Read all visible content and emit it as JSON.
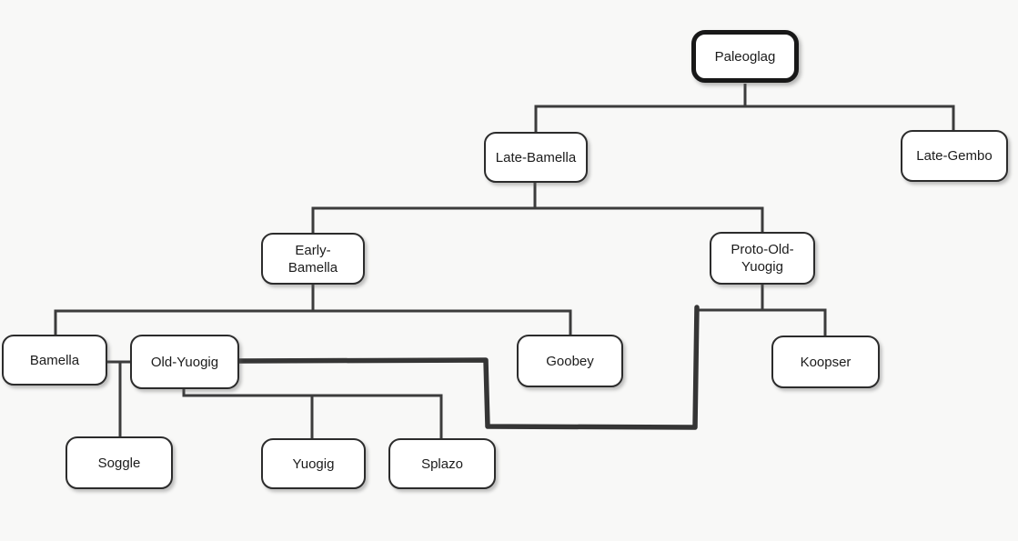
{
  "diagram": {
    "type": "tree",
    "description": "Language family tree diagram",
    "colors": {
      "background": "#f8f8f7",
      "node_fill": "#ffffff",
      "node_border": "#2c2c2c",
      "root_node_border": "#181818",
      "connector_line": "#3c3c3c",
      "thick_hand_drawn_line": "#353535",
      "text": "#1b1b1b"
    },
    "nodes": {
      "paleoglag": {
        "label": "Paleoglag",
        "emphasized": "true"
      },
      "late_bamella": {
        "label": "Late-Bamella"
      },
      "late_gembo": {
        "label": "Late-Gembo"
      },
      "early_bamella": {
        "label": "Early-Bamella",
        "line1": "Early-",
        "line2": "Bamella"
      },
      "proto_old_yuogig": {
        "label": "Proto-Old-Yuogig",
        "line1": "Proto-Old-",
        "line2": "Yuogig"
      },
      "bamella": {
        "label": "Bamella"
      },
      "old_yuogig": {
        "label": "Old-Yuogig"
      },
      "goobey": {
        "label": "Goobey"
      },
      "koopser": {
        "label": "Koopser"
      },
      "soggle": {
        "label": "Soggle"
      },
      "yuogig": {
        "label": "Yuogig"
      },
      "splazo": {
        "label": "Splazo"
      }
    },
    "edges": [
      {
        "from": "Paleoglag",
        "to": "Late-Bamella",
        "style": "normal"
      },
      {
        "from": "Paleoglag",
        "to": "Late-Gembo",
        "style": "normal"
      },
      {
        "from": "Late-Bamella",
        "to": "Early-Bamella",
        "style": "normal"
      },
      {
        "from": "Late-Bamella",
        "to": "Proto-Old-Yuogig",
        "style": "normal"
      },
      {
        "from": "Early-Bamella",
        "to": "Bamella",
        "style": "normal"
      },
      {
        "from": "Early-Bamella",
        "to": "Goobey",
        "style": "normal"
      },
      {
        "from": "Proto-Old-Yuogig",
        "to": "Koopser",
        "style": "normal"
      },
      {
        "from": "Proto-Old-Yuogig",
        "to": "Old-Yuogig",
        "style": "thick-hand-drawn"
      },
      {
        "from": "Bamella",
        "to": "Old-Yuogig",
        "style": "horizontal-link"
      },
      {
        "from": "Bamella–Old-Yuogig link",
        "to": "Soggle",
        "style": "normal"
      },
      {
        "from": "Old-Yuogig",
        "to": "Yuogig",
        "style": "normal"
      },
      {
        "from": "Old-Yuogig",
        "to": "Splazo",
        "style": "normal"
      }
    ]
  }
}
